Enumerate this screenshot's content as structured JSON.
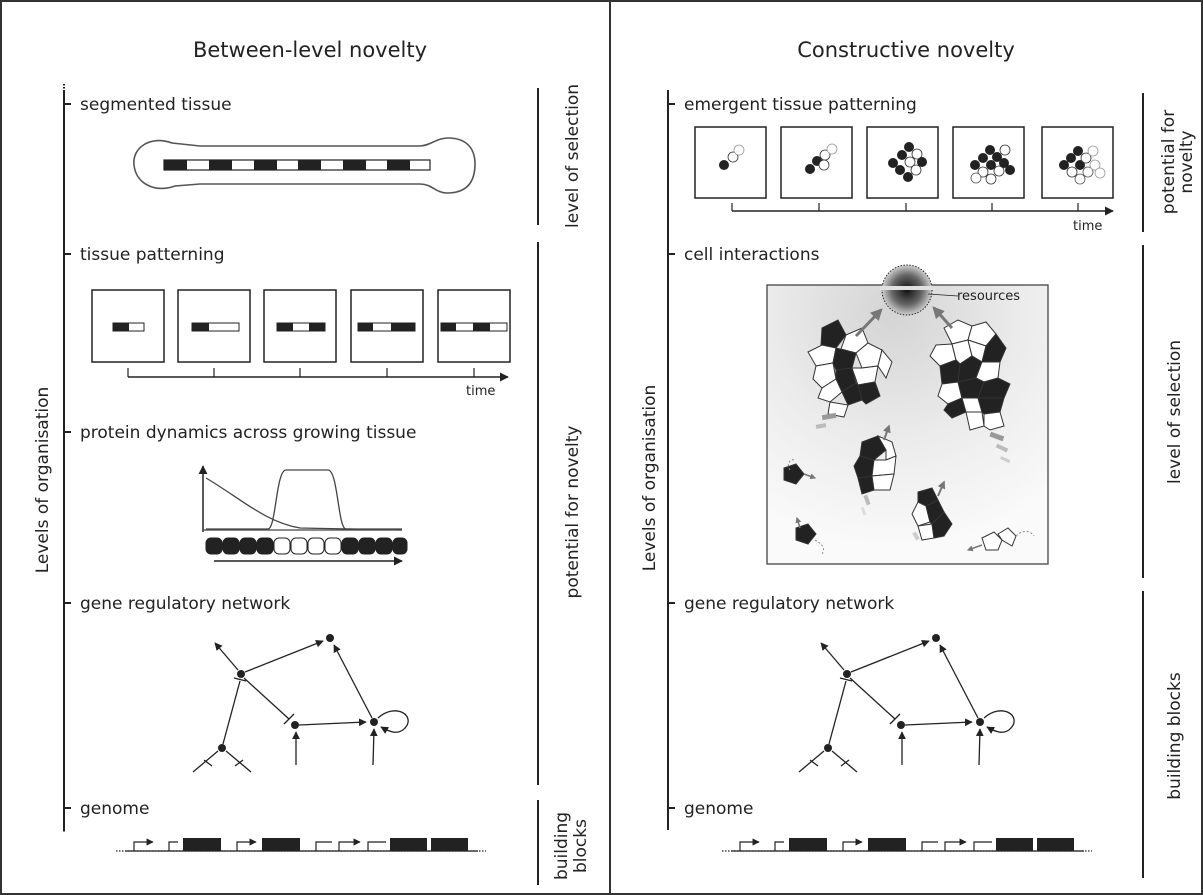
{
  "panels": {
    "left": {
      "title": "Between-level novelty",
      "axis_label": "Levels of organisation",
      "levels": {
        "segmented_tissue": "segmented tissue",
        "tissue_patterning": "tissue patterning",
        "protein_dynamics": "protein dynamics across growing tissue",
        "grn": "gene regulatory network",
        "genome": "genome"
      },
      "side_labels": {
        "selection": "level of selection",
        "novelty": "potential for novelty",
        "building_1": "building",
        "building_2": "blocks"
      },
      "time_label": "time"
    },
    "right": {
      "title": "Constructive novelty",
      "axis_label": "Levels of organisation",
      "levels": {
        "emergent": "emergent tissue patterning",
        "cell_interactions": "cell interactions",
        "grn": "gene regulatory network",
        "genome": "genome"
      },
      "side_labels": {
        "novelty_1": "potential for",
        "novelty_2": "novelty",
        "selection": "level of selection",
        "building": "building blocks"
      },
      "time_label": "time",
      "resources_label": "resources"
    }
  },
  "colors": {
    "ink": "#222222",
    "dark_cell": "#2b2b2b",
    "light_cell": "#ffffff",
    "arrow_grey": "#777777"
  }
}
